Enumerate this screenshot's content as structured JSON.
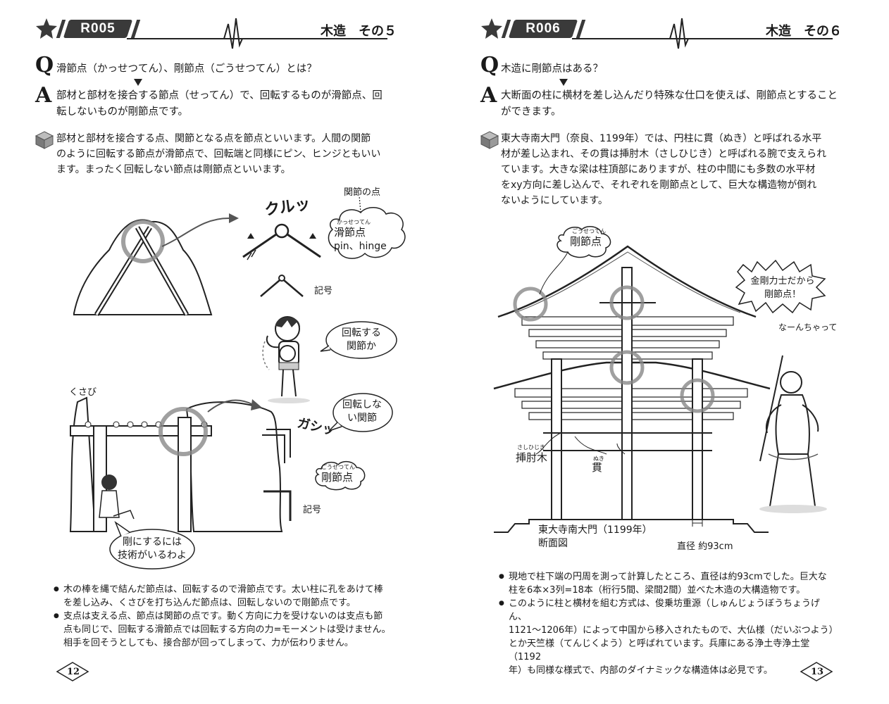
{
  "left": {
    "code": "R005",
    "title": "木造　その５",
    "q_letter": "Q",
    "question": "滑節点（かっせつてん）、剛節点（ごうせつてん）とは？",
    "a_letter": "A",
    "answer": [
      "部材と部材を接合する節点（せってん）で、回転するものが滑節点、回",
      "転しないものが剛節点です。"
    ],
    "body": [
      "部材と部材を接合する点、関節となる点を節点といいます。人間の関節",
      "のように回転する節点が滑節点で、回転端と同様にピン、ヒンジともいい",
      "ます。まったく回転しない節点は剛節点といいます。"
    ],
    "labels": {
      "joint_point": "関節の点",
      "kurutt": "クルッ",
      "hinge_ruby": "かっせつてん",
      "hinge_name": "滑節点",
      "hinge_en": "pin、hinge",
      "symbol1": "記号",
      "bubble_rotate": [
        "回転する",
        "関節か"
      ],
      "kusabi": "くさび",
      "bubble_norotate": [
        "回転しな",
        "い関節"
      ],
      "gashi": "ガシッ",
      "rigid_ruby": "ごうせつてん",
      "rigid_name": "剛節点",
      "symbol2": "記号",
      "bubble_tech": [
        "剛にするには",
        "技術がいるわよ"
      ]
    },
    "bullets": [
      [
        "木の棒を縄で結んだ節点は、回転するので滑節点です。太い柱に孔をあけて棒",
        "を差し込み、くさびを打ち込んだ節点は、回転しないので剛節点です。"
      ],
      [
        "支点は支える点、節点は関節の点です。動く方向に力を受けないのは支点も節",
        "点も同じで、回転する滑節点では回転する方向の力=モーメントは受けません。",
        "相手を回そうとしても、接合部が回ってしまって、力が伝わりません。"
      ]
    ],
    "page_number": "12"
  },
  "right": {
    "code": "R006",
    "title": "木造　その６",
    "q_letter": "Q",
    "question": "木造に剛節点はある？",
    "a_letter": "A",
    "answer": [
      "大断面の柱に横材を差し込んだり特殊な仕口を使えば、剛節点とすること",
      "ができます。"
    ],
    "body": [
      "東大寺南大門（奈良、1199年）では、円柱に貫（ぬき）と呼ばれる水平",
      "材が差し込まれ、その貫は挿肘木（さしひじき）と呼ばれる腕で支えられ",
      "ています。大きな梁は柱頂部にありますが、柱の中間にも多数の水平材",
      "をxy方向に差し込んで、それぞれを剛節点として、巨大な構造物が倒れ",
      "ないようにしています。"
    ],
    "labels": {
      "rigid_ruby": "ごうせつてん",
      "rigid_name": "剛節点",
      "bubble_kongo": [
        "金剛力士だから",
        "剛節点！"
      ],
      "naanchatte": "なーんちゃって",
      "sashihijiki_ruby": "さしひじき",
      "sashihijiki": "挿肘木",
      "nuki_ruby": "ぬき",
      "nuki": "貫",
      "caption": [
        "東大寺南大門（1199年）",
        "断面図"
      ],
      "diameter": "直径 約93cm"
    },
    "bullets": [
      [
        "現地で柱下端の円周を測って計算したところ、直径は約93cmでした。巨大な",
        "柱を6本×3列=18本（桁行5間、梁間2間）並べた木造の大構造物です。"
      ],
      [
        "このように柱と横材を組む方式は、俊乗坊重源（しゅんじょうぼうちょうげん、",
        "1121～1206年）によって中国から移入されたもので、大仏様（だいぶつよう）",
        "とか天竺様（てんじくよう）と呼ばれています。兵庫にある浄土寺浄土堂（1192",
        "年）も同様な様式で、内部のダイナミックな構造体は必見です。"
      ]
    ],
    "page_number": "13"
  }
}
